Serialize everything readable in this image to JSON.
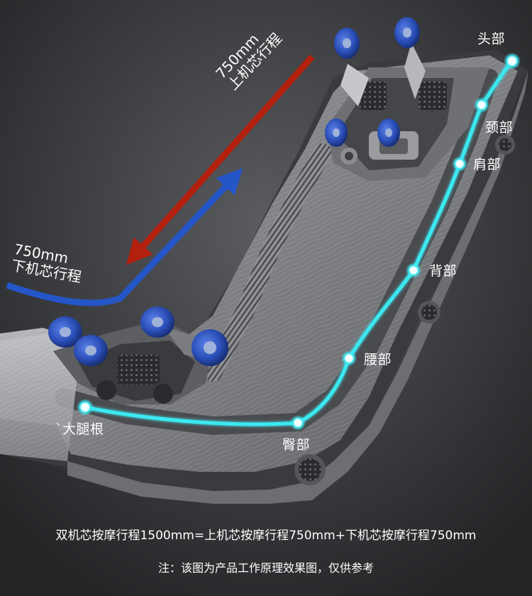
{
  "travel": {
    "upper_length": "750mm",
    "upper_label": "上机芯行程",
    "lower_length": "750mm",
    "lower_label": "下机芯行程"
  },
  "body_points": {
    "head": "头部",
    "neck": "颈部",
    "shoulder": "肩部",
    "back": "背部",
    "waist": "腰部",
    "hip": "臀部",
    "thigh": "`大腿根"
  },
  "footer": {
    "main": "双机芯按摩行程1500mm=上机芯按摩行程750mm+下机芯按摩行程750mm",
    "note": "注：该图为产品工作原理效果图，仅供参考"
  },
  "colors": {
    "background": "#2e2f31",
    "track_cyan": "#3be8f0",
    "arrow_red": "#b3200e",
    "arrow_blue": "#2456c8",
    "roller_blue": "#2b4fb8"
  }
}
